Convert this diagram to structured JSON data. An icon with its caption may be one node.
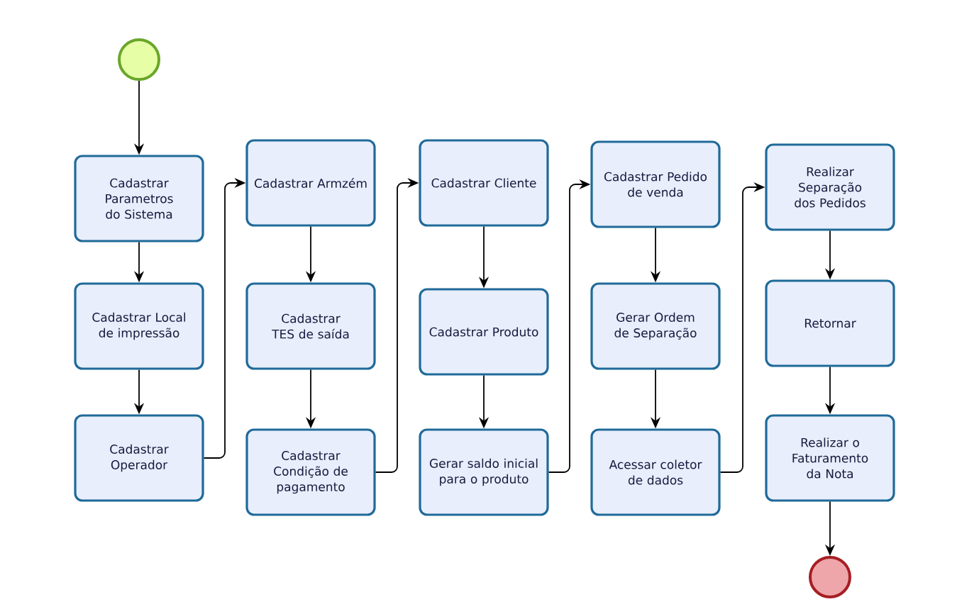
{
  "diagram": {
    "nodes": [
      {
        "text": [],
        "shape": "circle"
      },
      {
        "text": [
          "Cadastrar Parametros do Sistema"
        ]
      },
      {
        "text": [
          "Cadastrar Local de impressão"
        ]
      },
      {
        "text": [
          "Cadastrar Operador"
        ]
      },
      {
        "text": [
          "Cadastrar Armzém"
        ]
      },
      {
        "text": [
          "Cadastrar TES de saída"
        ]
      },
      {
        "text": [
          "Cadastrar Condição de pagamento"
        ]
      },
      {
        "text": [
          "Cadastrar Cliente"
        ]
      },
      {
        "text": [
          "Cadastrar Produto"
        ]
      },
      {
        "text": [
          "Gerar saldo inicial para o produto"
        ]
      },
      {
        "text": [
          "Cadastrar Pedido de venda"
        ]
      },
      {
        "text": [
          "Gerar Ordem de Separação"
        ]
      },
      {
        "text": [
          "Acessar coletor de dados"
        ]
      },
      {
        "text": [
          "Realizar Separação dos Pedidos"
        ]
      },
      {
        "text": [
          "Retornar"
        ]
      },
      {
        "text": [
          "Realizar o Faturamento da Nota"
        ]
      },
      {
        "text": [],
        "shape": "circle"
      }
    ],
    "edges": [
      {
        "from": 0,
        "to": 1,
        "arrow": "to"
      },
      {
        "from": 1,
        "to": 2,
        "arrow": "to"
      },
      {
        "from": 2,
        "to": 3,
        "arrow": "to"
      },
      {
        "from": 3,
        "to": 4,
        "arrow": "to"
      },
      {
        "from": 4,
        "to": 5,
        "arrow": "to"
      },
      {
        "from": 5,
        "to": 6,
        "arrow": "to"
      },
      {
        "from": 6,
        "to": 7,
        "arrow": "to"
      },
      {
        "from": 7,
        "to": 8,
        "arrow": "to"
      },
      {
        "from": 8,
        "to": 9,
        "arrow": "to"
      },
      {
        "from": 9,
        "to": 10,
        "arrow": "to"
      },
      {
        "from": 10,
        "to": 11,
        "arrow": "to"
      },
      {
        "from": 11,
        "to": 12,
        "arrow": "to"
      },
      {
        "from": 12,
        "to": 13,
        "arrow": "to"
      },
      {
        "from": 13,
        "to": 14,
        "arrow": "to"
      },
      {
        "from": 14,
        "to": 15,
        "arrow": "to"
      },
      {
        "from": 15,
        "to": 16,
        "arrow": "to"
      }
    ]
  }
}
